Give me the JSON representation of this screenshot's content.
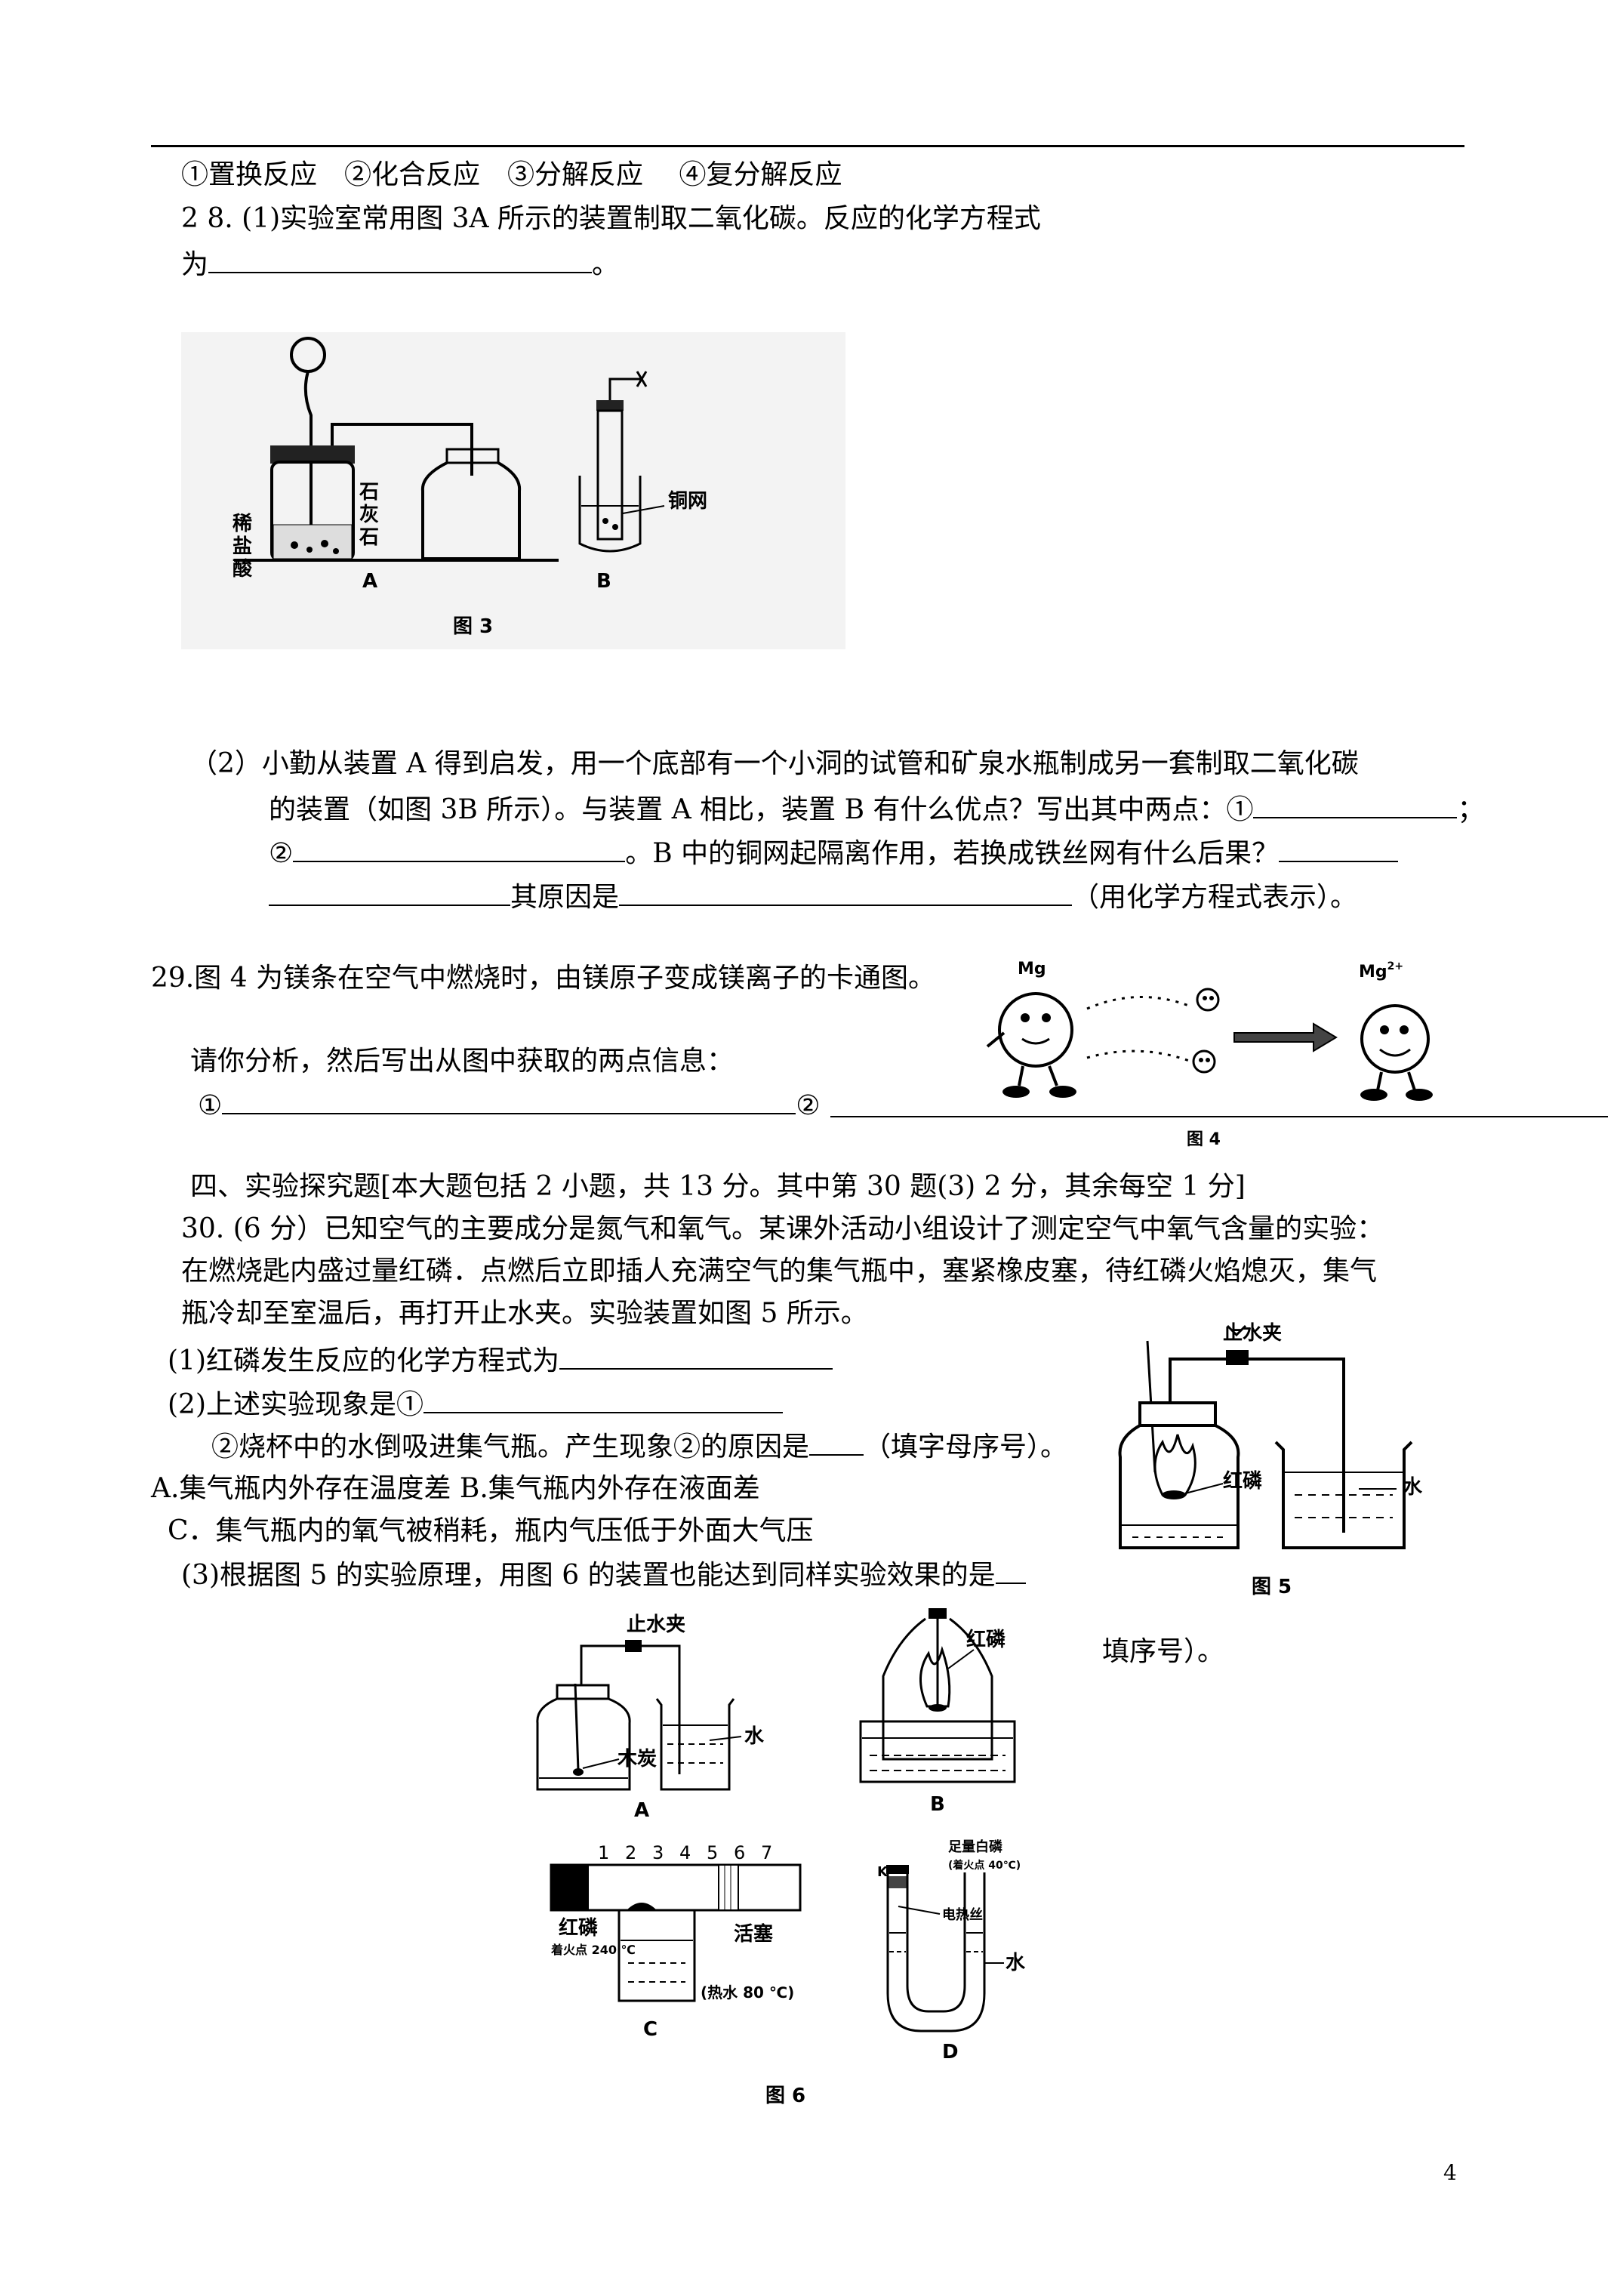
{
  "q27": {
    "options": "①置换反应　②化合反应　③分解反应　 ④复分解反应"
  },
  "q28": {
    "p1_line1": "2 8.  (1)实验室常用图 3A 所示的装置制取二氧化碳。反应的化学方程式",
    "p1_line2_pre": "为",
    "p1_line2_post": "。",
    "fig3": {
      "caption": "图 3",
      "label_a": "A",
      "label_b": "B",
      "acid": [
        "稀",
        "盐",
        "酸"
      ],
      "stone": [
        "石",
        "灰",
        "石"
      ],
      "copper": "铜网"
    },
    "p2_line1": "（2）小勤从装置 A 得到启发，用一个底部有一个小洞的试管和矿泉水瓶制成另一套制取二氧化碳",
    "p2_line2_pre": "的装置（如图 3B 所示）。与装置 A 相比，装置 B 有什么优点？写出其中两点：①",
    "p2_line2_post": "；",
    "p2_line3_pre": "②",
    "p2_line3_mid": "。B 中的铜网起隔离作用，若换成铁丝网有什么后果？",
    "p2_line4_mid": "其原因是",
    "p2_line4_post": "（用化学方程式表示）。"
  },
  "q29": {
    "line1": "29.图 4 为镁条在空气中燃烧时，由镁原子变成镁离子的卡通图。",
    "line2": "请你分析，然后写出从图中获取的两点信息：",
    "mark1": "①",
    "mark2": "②",
    "fig4": {
      "caption": "图 4",
      "mg": "Mg",
      "mg_ion": "Mg",
      "mg_ion_sup": "2+"
    }
  },
  "section4": {
    "heading": "四、实验探究题[本大题包括 2 小题，共 13 分。其中第 30 题(3) 2 分，其余每空 1 分]"
  },
  "q30": {
    "intro1": "30.  (6 分）已知空气的主要成分是氮气和氧气。某课外活动小组设计了测定空气中氧气含量的实验：",
    "intro2": "在燃烧匙内盛过量红磷．点燃后立即插人充满空气的集气瓶中，塞紧橡皮塞，待红磷火焰熄灭，集气",
    "intro3": "瓶冷却至室温后，再打开止水夹。实验装置如图 5 所示。",
    "s1": "(1)红磷发生反应的化学方程式为",
    "s2": "(2)上述实验现象是①",
    "s2b_pre": "②烧杯中的水倒吸进集气瓶。产生现象②的原因是",
    "s2b_post": "（填字母序号）。",
    "optA": "A.集气瓶内外存在温度差 B.集气瓶内外存在液面差",
    "optC": "C．集气瓶内的氧气被稍耗，瓶内气压低于外面大气压",
    "s3": "(3)根据图 5 的实验原理，用图 6 的装置也能达到同样实验效果的是",
    "s3_end": "填序号）。",
    "fig5": {
      "caption": "图 5",
      "clamp": "止水夹",
      "phosphorus": "红磷",
      "water": "水"
    },
    "fig6": {
      "caption": "图 6",
      "a_clamp": "止水夹",
      "a_charcoal": "木炭",
      "a_water": "水",
      "label_a": "A",
      "b_phosphorus": "红磷",
      "label_b": "B",
      "c_scale": [
        "1",
        "2",
        "3",
        "4",
        "5",
        "6",
        "7"
      ],
      "c_phosphorus": "红磷",
      "c_ignition": "着火点 240 ℃",
      "c_piston": "活塞",
      "c_hotwater": "(热水 80 ℃)",
      "label_c": "C",
      "d_k": "K",
      "d_white": "足量白磷",
      "d_ignition": "(着火点 40℃)",
      "d_wire": "电热丝",
      "d_water": "水",
      "label_d": "D"
    }
  },
  "page_number": "4"
}
